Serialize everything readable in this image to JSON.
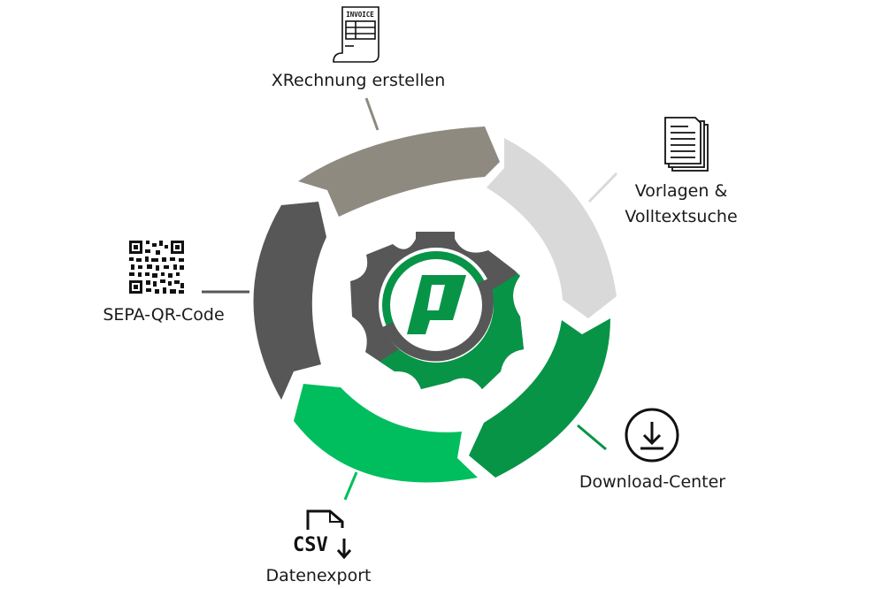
{
  "diagram": {
    "type": "circular-process",
    "center_logo": {
      "letter": "p",
      "icon": "gear-logo-icon"
    },
    "colors": {
      "xrechnung_arc": "#8F8A7F",
      "vorlagen_arc": "#D9D9D9",
      "download_arc": "#079447",
      "datenexport_arc": "#00BE5E",
      "sepa_arc": "#575757",
      "gear_dark": "#575757",
      "gear_green": "#079447",
      "logo_green": "#079447",
      "text": "#1a1a1a"
    },
    "nodes": [
      {
        "id": "xrechnung",
        "label": "XRechnung erstellen",
        "icon": "invoice-icon",
        "icon_text": "INVOICE"
      },
      {
        "id": "vorlagen",
        "label_line1": "Vorlagen &",
        "label_line2": "Volltextsuche",
        "icon": "documents-stack-icon"
      },
      {
        "id": "download",
        "label": "Download-Center",
        "icon": "download-circle-icon"
      },
      {
        "id": "datenexport",
        "label": "Datenexport",
        "icon": "csv-file-icon",
        "icon_text": "CSV"
      },
      {
        "id": "sepa",
        "label": "SEPA-QR-Code",
        "icon": "qr-code-icon"
      }
    ]
  }
}
